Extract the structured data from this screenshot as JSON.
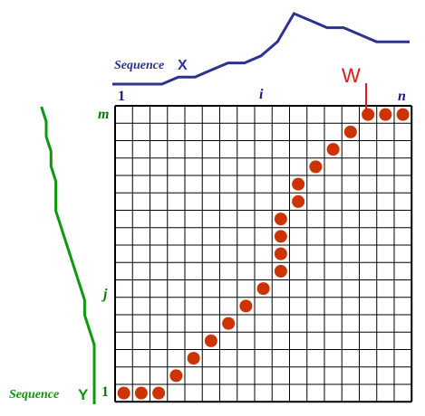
{
  "sequence_x": {
    "label": "Sequence",
    "letter": "X",
    "color": "#2e3192",
    "profile_values": [
      0,
      0,
      0,
      0,
      1,
      1,
      2,
      3,
      3,
      4,
      6,
      10,
      9,
      8,
      8,
      7,
      6,
      6,
      6
    ]
  },
  "sequence_y": {
    "label": "Sequence",
    "letter": "Y",
    "color": "#0b9a0b",
    "profile_values": [
      0,
      0,
      0,
      0,
      0,
      1,
      2,
      2,
      3,
      4,
      5,
      6,
      7,
      8,
      8,
      8,
      9,
      9,
      10,
      10,
      11
    ]
  },
  "axis_labels": {
    "x_start": "1",
    "x_mid": "i",
    "x_end": "n",
    "y_start": "1",
    "y_mid": "j",
    "y_end": "m"
  },
  "warp_label": {
    "text": "W",
    "color": "#e01b1b"
  },
  "grid": {
    "cols": 17,
    "rows": 17,
    "line_color": "#000000"
  },
  "warping_path": {
    "dot_color": "#cc3300",
    "cells": [
      [
        0,
        0
      ],
      [
        1,
        0
      ],
      [
        2,
        0
      ],
      [
        3,
        1
      ],
      [
        4,
        2
      ],
      [
        5,
        3
      ],
      [
        6,
        4
      ],
      [
        7,
        5
      ],
      [
        8,
        6
      ],
      [
        9,
        7
      ],
      [
        9,
        8
      ],
      [
        9,
        9
      ],
      [
        9,
        10
      ],
      [
        10,
        11
      ],
      [
        10,
        12
      ],
      [
        11,
        13
      ],
      [
        12,
        14
      ],
      [
        13,
        15
      ],
      [
        14,
        16
      ],
      [
        15,
        16
      ],
      [
        16,
        16
      ]
    ]
  }
}
